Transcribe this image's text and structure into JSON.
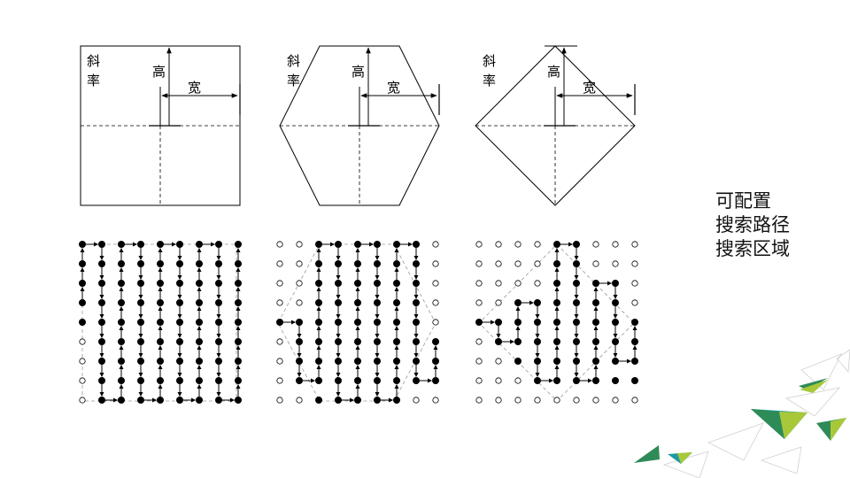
{
  "shapes": [
    {
      "id": "rectangle",
      "labels": {
        "slope": "斜",
        "rate": "率",
        "height": "高",
        "width": "宽"
      },
      "grid": {
        "rows": 9,
        "cols": 9,
        "filled": [
          [
            1,
            1,
            1,
            1,
            1,
            1,
            1,
            1,
            1
          ],
          [
            1,
            1,
            1,
            1,
            1,
            1,
            1,
            1,
            1
          ],
          [
            1,
            1,
            1,
            1,
            1,
            1,
            1,
            1,
            1
          ],
          [
            1,
            1,
            1,
            1,
            1,
            1,
            1,
            1,
            1
          ],
          [
            1,
            1,
            1,
            1,
            1,
            1,
            1,
            1,
            1
          ],
          [
            0,
            1,
            1,
            1,
            1,
            1,
            1,
            1,
            1
          ],
          [
            0,
            1,
            1,
            1,
            1,
            1,
            1,
            1,
            1
          ],
          [
            0,
            1,
            1,
            1,
            1,
            1,
            1,
            1,
            1
          ],
          [
            0,
            1,
            1,
            1,
            1,
            1,
            1,
            1,
            1
          ]
        ],
        "path": [
          [
            0,
            3
          ],
          [
            0,
            2
          ],
          [
            0,
            1
          ],
          [
            0,
            0
          ],
          [
            1,
            0
          ],
          [
            1,
            1
          ],
          [
            1,
            2
          ],
          [
            1,
            3
          ],
          [
            1,
            4
          ],
          [
            1,
            5
          ],
          [
            1,
            6
          ],
          [
            1,
            7
          ],
          [
            1,
            8
          ],
          [
            2,
            8
          ],
          [
            2,
            7
          ],
          [
            2,
            6
          ],
          [
            2,
            5
          ],
          [
            2,
            4
          ],
          [
            2,
            3
          ],
          [
            2,
            2
          ],
          [
            2,
            1
          ],
          [
            2,
            0
          ],
          [
            3,
            0
          ],
          [
            3,
            1
          ],
          [
            3,
            2
          ],
          [
            3,
            3
          ],
          [
            3,
            4
          ],
          [
            3,
            5
          ],
          [
            3,
            6
          ],
          [
            3,
            7
          ],
          [
            3,
            8
          ],
          [
            4,
            8
          ],
          [
            4,
            7
          ],
          [
            4,
            6
          ],
          [
            4,
            5
          ],
          [
            4,
            4
          ],
          [
            4,
            3
          ],
          [
            4,
            2
          ],
          [
            4,
            1
          ],
          [
            4,
            0
          ],
          [
            5,
            0
          ],
          [
            5,
            1
          ],
          [
            5,
            2
          ],
          [
            5,
            3
          ],
          [
            5,
            4
          ],
          [
            5,
            5
          ],
          [
            5,
            6
          ],
          [
            5,
            7
          ],
          [
            5,
            8
          ],
          [
            6,
            8
          ],
          [
            6,
            7
          ],
          [
            6,
            6
          ],
          [
            6,
            5
          ],
          [
            6,
            4
          ],
          [
            6,
            3
          ],
          [
            6,
            2
          ],
          [
            6,
            1
          ],
          [
            6,
            0
          ],
          [
            7,
            0
          ],
          [
            7,
            1
          ],
          [
            7,
            2
          ],
          [
            7,
            3
          ],
          [
            7,
            4
          ],
          [
            7,
            5
          ],
          [
            7,
            6
          ],
          [
            7,
            7
          ],
          [
            7,
            8
          ],
          [
            8,
            8
          ],
          [
            8,
            7
          ],
          [
            8,
            6
          ],
          [
            8,
            5
          ],
          [
            8,
            4
          ],
          [
            8,
            3
          ],
          [
            8,
            2
          ],
          [
            8,
            1
          ],
          [
            8,
            0
          ]
        ]
      }
    },
    {
      "id": "hexagon",
      "labels": {
        "slope": "斜",
        "rate": "率",
        "height": "高",
        "width": "宽"
      },
      "grid": {
        "rows": 9,
        "cols": 9,
        "filled": [
          [
            0,
            0,
            0,
            0,
            0,
            0,
            0,
            0,
            0
          ],
          [
            0,
            0,
            0,
            0,
            0,
            0,
            0,
            0,
            0
          ],
          [
            0,
            0,
            0,
            0,
            0,
            0,
            0,
            0,
            0
          ],
          [
            0,
            0,
            0,
            0,
            0,
            0,
            0,
            0,
            0
          ],
          [
            1,
            1,
            0,
            0,
            0,
            0,
            0,
            0,
            0
          ],
          [
            0,
            1,
            0,
            0,
            0,
            0,
            0,
            0,
            1
          ],
          [
            0,
            1,
            0,
            0,
            0,
            0,
            0,
            1,
            1
          ],
          [
            0,
            1,
            1,
            1,
            1,
            1,
            1,
            1,
            1
          ],
          [
            0,
            0,
            1,
            1,
            1,
            1,
            1,
            0,
            0
          ]
        ],
        "path": [
          [
            0,
            4
          ],
          [
            1,
            4
          ],
          [
            1,
            5
          ],
          [
            1,
            6
          ],
          [
            1,
            7
          ],
          [
            2,
            7
          ],
          [
            2,
            6
          ],
          [
            2,
            5
          ],
          [
            2,
            4
          ],
          [
            2,
            3
          ],
          [
            2,
            2
          ],
          [
            2,
            1
          ],
          [
            2,
            0
          ],
          [
            3,
            0
          ],
          [
            3,
            1
          ],
          [
            3,
            2
          ],
          [
            3,
            3
          ],
          [
            3,
            4
          ],
          [
            3,
            5
          ],
          [
            3,
            6
          ],
          [
            3,
            7
          ],
          [
            3,
            8
          ],
          [
            4,
            8
          ],
          [
            4,
            7
          ],
          [
            4,
            6
          ],
          [
            4,
            5
          ],
          [
            4,
            4
          ],
          [
            4,
            3
          ],
          [
            4,
            2
          ],
          [
            4,
            1
          ],
          [
            4,
            0
          ],
          [
            5,
            0
          ],
          [
            5,
            1
          ],
          [
            5,
            2
          ],
          [
            5,
            3
          ],
          [
            5,
            4
          ],
          [
            5,
            5
          ],
          [
            5,
            6
          ],
          [
            5,
            7
          ],
          [
            5,
            8
          ],
          [
            6,
            8
          ],
          [
            6,
            7
          ],
          [
            6,
            6
          ],
          [
            6,
            5
          ],
          [
            6,
            4
          ],
          [
            6,
            3
          ],
          [
            6,
            2
          ],
          [
            6,
            1
          ],
          [
            6,
            0
          ],
          [
            7,
            0
          ],
          [
            7,
            1
          ],
          [
            7,
            2
          ],
          [
            7,
            3
          ],
          [
            7,
            4
          ],
          [
            7,
            5
          ],
          [
            7,
            6
          ],
          [
            7,
            7
          ],
          [
            8,
            7
          ],
          [
            8,
            6
          ],
          [
            8,
            5
          ]
        ]
      }
    },
    {
      "id": "diamond",
      "labels": {
        "slope": "斜",
        "rate": "率",
        "height": "高",
        "width": "宽"
      },
      "grid": {
        "rows": 9,
        "cols": 9,
        "filled": [
          [
            0,
            0,
            0,
            0,
            0,
            0,
            0,
            0,
            0
          ],
          [
            0,
            0,
            0,
            0,
            0,
            0,
            0,
            0,
            0
          ],
          [
            0,
            0,
            0,
            0,
            0,
            0,
            0,
            0,
            0
          ],
          [
            0,
            0,
            0,
            0,
            1,
            1,
            0,
            0,
            0
          ],
          [
            1,
            1,
            1,
            1,
            1,
            1,
            1,
            0,
            0
          ],
          [
            0,
            0,
            1,
            1,
            1,
            1,
            1,
            0,
            0
          ],
          [
            0,
            0,
            1,
            1,
            1,
            1,
            1,
            1,
            1
          ],
          [
            0,
            0,
            0,
            0,
            1,
            1,
            1,
            1,
            1
          ],
          [
            0,
            0,
            0,
            0,
            0,
            0,
            0,
            0,
            0
          ]
        ],
        "path": [
          [
            0,
            4
          ],
          [
            1,
            4
          ],
          [
            1,
            5
          ],
          [
            2,
            5
          ],
          [
            2,
            4
          ],
          [
            2,
            3
          ],
          [
            3,
            3
          ],
          [
            3,
            4
          ],
          [
            3,
            5
          ],
          [
            3,
            6
          ],
          [
            3,
            7
          ],
          [
            4,
            7
          ],
          [
            4,
            6
          ],
          [
            4,
            5
          ],
          [
            4,
            4
          ],
          [
            4,
            3
          ],
          [
            4,
            2
          ],
          [
            4,
            1
          ],
          [
            4,
            0
          ],
          [
            5,
            0
          ],
          [
            5,
            1
          ],
          [
            5,
            2
          ],
          [
            5,
            3
          ],
          [
            5,
            4
          ],
          [
            5,
            5
          ],
          [
            5,
            6
          ],
          [
            5,
            7
          ],
          [
            6,
            7
          ],
          [
            6,
            6
          ],
          [
            6,
            5
          ],
          [
            6,
            4
          ],
          [
            6,
            3
          ],
          [
            6,
            2
          ],
          [
            7,
            2
          ],
          [
            7,
            3
          ],
          [
            7,
            4
          ],
          [
            7,
            5
          ],
          [
            7,
            6
          ],
          [
            8,
            6
          ],
          [
            8,
            5
          ],
          [
            8,
            4
          ]
        ]
      }
    }
  ],
  "side_panel": {
    "lines": [
      "可配置",
      "搜索路径",
      "搜索区域"
    ]
  },
  "colors": {
    "stroke": "#000000",
    "dashed": "#9a9a9a",
    "green": "#2e8b57",
    "teal": "#1d9aa0",
    "yellow_green": "#a8c83a",
    "faint": "#d0d0d0"
  }
}
